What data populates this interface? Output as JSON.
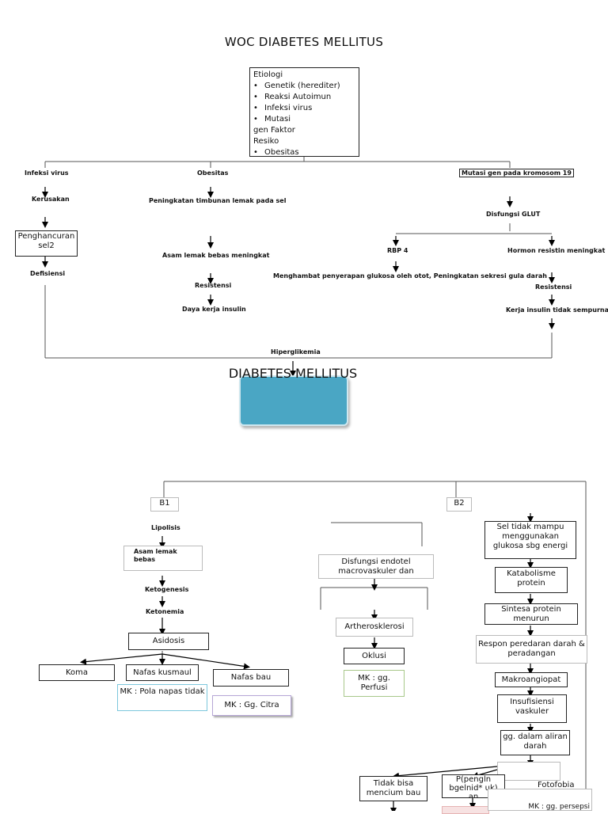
{
  "title": "WOC DIABETES MELLITUS",
  "etiologi": {
    "heading": "Etiologi",
    "items": [
      "Genetik (herediter)",
      "Reaksi Autoimun",
      "Infeksi virus",
      "Mutasi"
    ],
    "extra": [
      "gen Faktor",
      "Resiko"
    ],
    "item5": "Obesitas"
  },
  "left": {
    "infeksi": "Infeksi virus",
    "kerusakan": "Kerusakan",
    "penghancuran": "Penghancuran sel2",
    "defisiensi": "Defisiensi"
  },
  "middle": {
    "obesitas": "Obesitas",
    "peningkatan": "Peningkatan timbunan lemak pada sel",
    "asam_lemak": "Asam lemak bebas meningkat",
    "resistensi": "Resistensi",
    "daya_kerja": "Daya kerja insulin"
  },
  "right": {
    "mutasi": "Mutasi gen pada kromosom 19",
    "disfungsi": "Disfungsi GLUT",
    "rbp4": "RBP 4",
    "hormon": "Hormon resistin meningkat",
    "menghambat": "Menghambat penyerapan glukosa oleh otot, Peningkatan sekresi gula darah",
    "resistensi": "Resistensi",
    "kerja": "Kerja insulin tidak sempurna"
  },
  "hiperglikemia": "Hiperglikemia",
  "dm": "DIABETES MELLITUS",
  "b1": {
    "label": "B1",
    "lipolisis": "Lipolisis",
    "asam_lemak": "Asam lemak bebas",
    "ketogenesis": "Ketogenesis",
    "ketonemia": "Ketonemia",
    "asidosis": "Asidosis",
    "koma": "Koma",
    "kusmaul": "Nafas kusmaul",
    "bau": "Nafas bau",
    "mk_pola": "MK : Pola napas tidak",
    "mk_citra": "MK : Gg. Citra"
  },
  "b2": {
    "label": "B2",
    "disfungsi": "Disfungsi endotel macrovaskuler dan",
    "artero": "Artherosklerosi",
    "oklusi": "Oklusi",
    "mk_perfusi": "MK : gg. Perfusi",
    "sel": "Sel tidak mampu menggunakan glukosa sbg energi",
    "katabolisme": "Katabolisme protein",
    "sintesa": "Sintesa protein menurun",
    "respon": "Respon peredaran darah & peradangan",
    "makro": "Makroangiopat",
    "insuf": "Insufisiensi vaskuler",
    "gg_aliran": "gg. dalam aliran darah",
    "tidak_bisa": "Tidak bisa mencium bau",
    "penglihatan": "P(pengln bgelnid* uk) an",
    "fotofobia": "Fotofobia",
    "mk_persepsi": "MK : gg. persepsi"
  }
}
